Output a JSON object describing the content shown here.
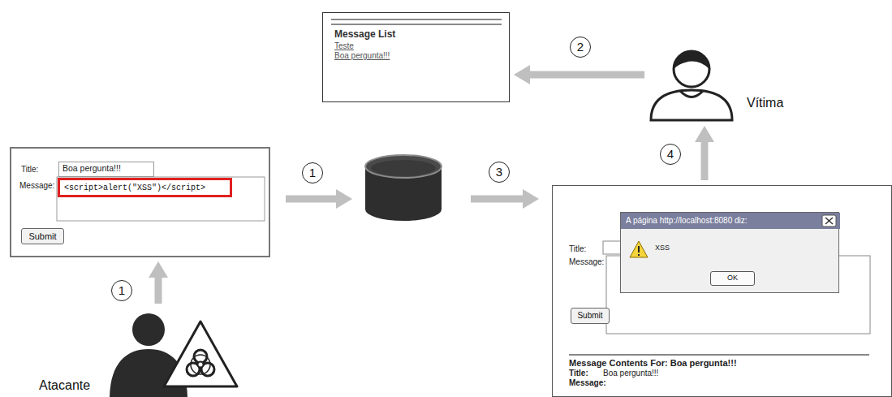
{
  "diagram": {
    "nodes": [
      {
        "text": [
          "Message List",
          "Teste",
          "Boa pergunta!!!"
        ]
      },
      {
        "text": [
          "Vítima"
        ]
      },
      {
        "text": [
          "Title:",
          "Message:"
        ]
      },
      {
        "text": [
          "Boa pergunta!!!"
        ],
        "in": 2
      },
      {
        "text": [
          "<script>alert(\"XSS\")</script>"
        ],
        "in": 2
      },
      {
        "text": [
          "Submit"
        ],
        "in": 2
      },
      {
        "text": [
          "Title:",
          "Message:",
          "Message Contents For: Boa pergunta!!!",
          "Title:",
          "Boa pergunta!!!",
          "Message:"
        ]
      },
      {
        "text": [
          "A página http://localhost:8080 diz:",
          "XSS"
        ],
        "in": 6
      },
      {
        "text": [
          "OK"
        ],
        "in": 7
      },
      {
        "text": [
          "Submit"
        ],
        "in": 6
      },
      {
        "text": [
          "Atacante"
        ]
      }
    ],
    "edges": [
      {
        "from": 1,
        "to": 0,
        "arrow": "to"
      },
      {
        "from": 6,
        "to": 1,
        "arrow": "to"
      },
      {
        "from": 10,
        "to": 2,
        "arrow": "to"
      }
    ],
    "labels": [
      "1",
      "2",
      "1",
      "3",
      "4"
    ]
  }
}
